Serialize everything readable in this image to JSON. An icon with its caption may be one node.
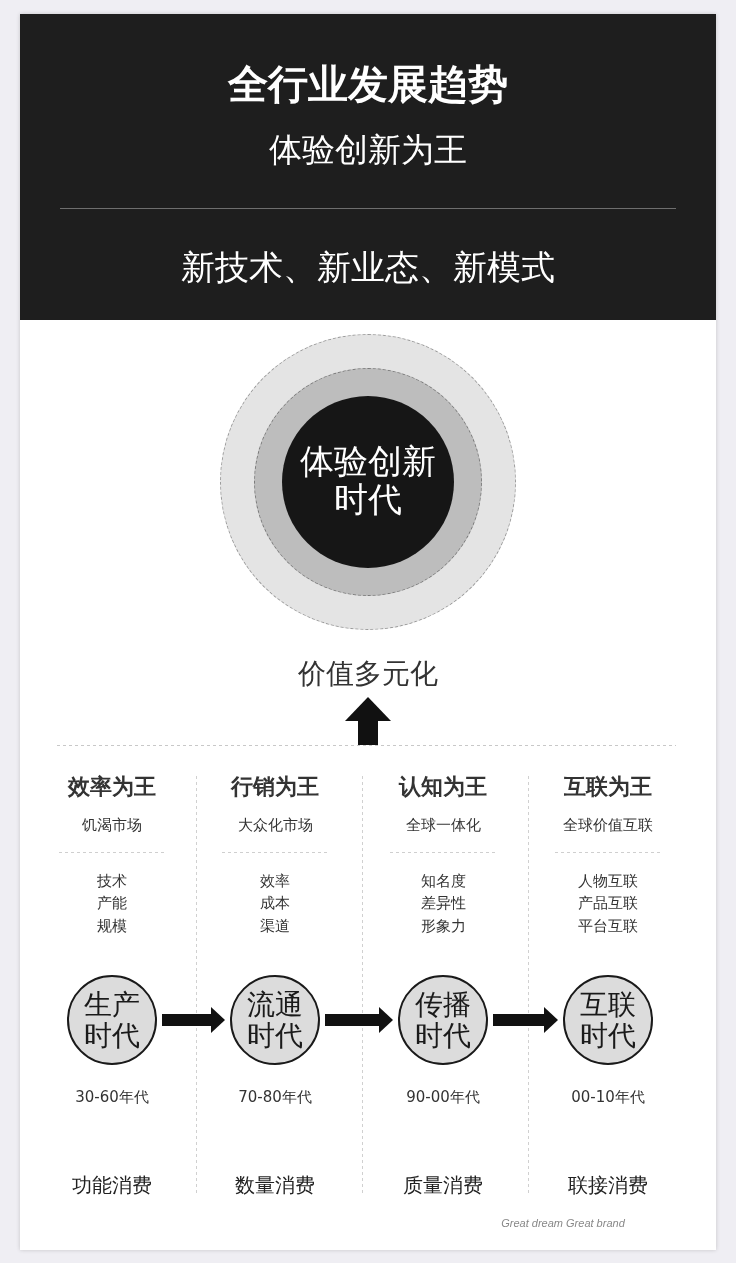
{
  "diagram": {
    "nodes": [
      {
        "text": [
          "全行业发展趋势",
          "体验创新为王",
          "新技术、新业态、新模式"
        ]
      },
      {
        "text": [],
        "shape": "circle"
      },
      {
        "text": [],
        "shape": "circle",
        "in": 1
      },
      {
        "text": [
          "体验创新时代"
        ],
        "in": 2
      },
      {
        "text": [
          "价值多元化"
        ]
      },
      {
        "text": [
          "生产时代"
        ],
        "beside": [
          "30-60年代"
        ]
      },
      {
        "text": [
          "流通时代"
        ],
        "beside": [
          "70-80年代"
        ]
      },
      {
        "text": [
          "传播时代"
        ],
        "beside": [
          "90-00年代"
        ]
      },
      {
        "text": [
          "互联时代"
        ],
        "beside": [
          "00-10年代"
        ]
      }
    ],
    "edges": [
      {
        "from": null,
        "to": 4,
        "arrow": "to"
      },
      {
        "from": 5,
        "to": 6,
        "arrow": "to"
      },
      {
        "from": 6,
        "to": 7,
        "arrow": "to"
      },
      {
        "from": 7,
        "to": 8,
        "arrow": "to"
      }
    ],
    "labels": [
      "效率为王",
      "饥渴市场",
      "技术",
      "产能",
      "规模",
      "功能消费",
      "行销为王",
      "大众化市场",
      "效率",
      "成本",
      "渠道",
      "数量消费",
      "认知为王",
      "全球一体化",
      "知名度",
      "差异性",
      "形象力",
      "质量消费",
      "互联为王",
      "全球价值互联",
      "人物互联",
      "产品互联",
      "平台互联",
      "联接消费",
      "Great dream Great brand"
    ]
  }
}
